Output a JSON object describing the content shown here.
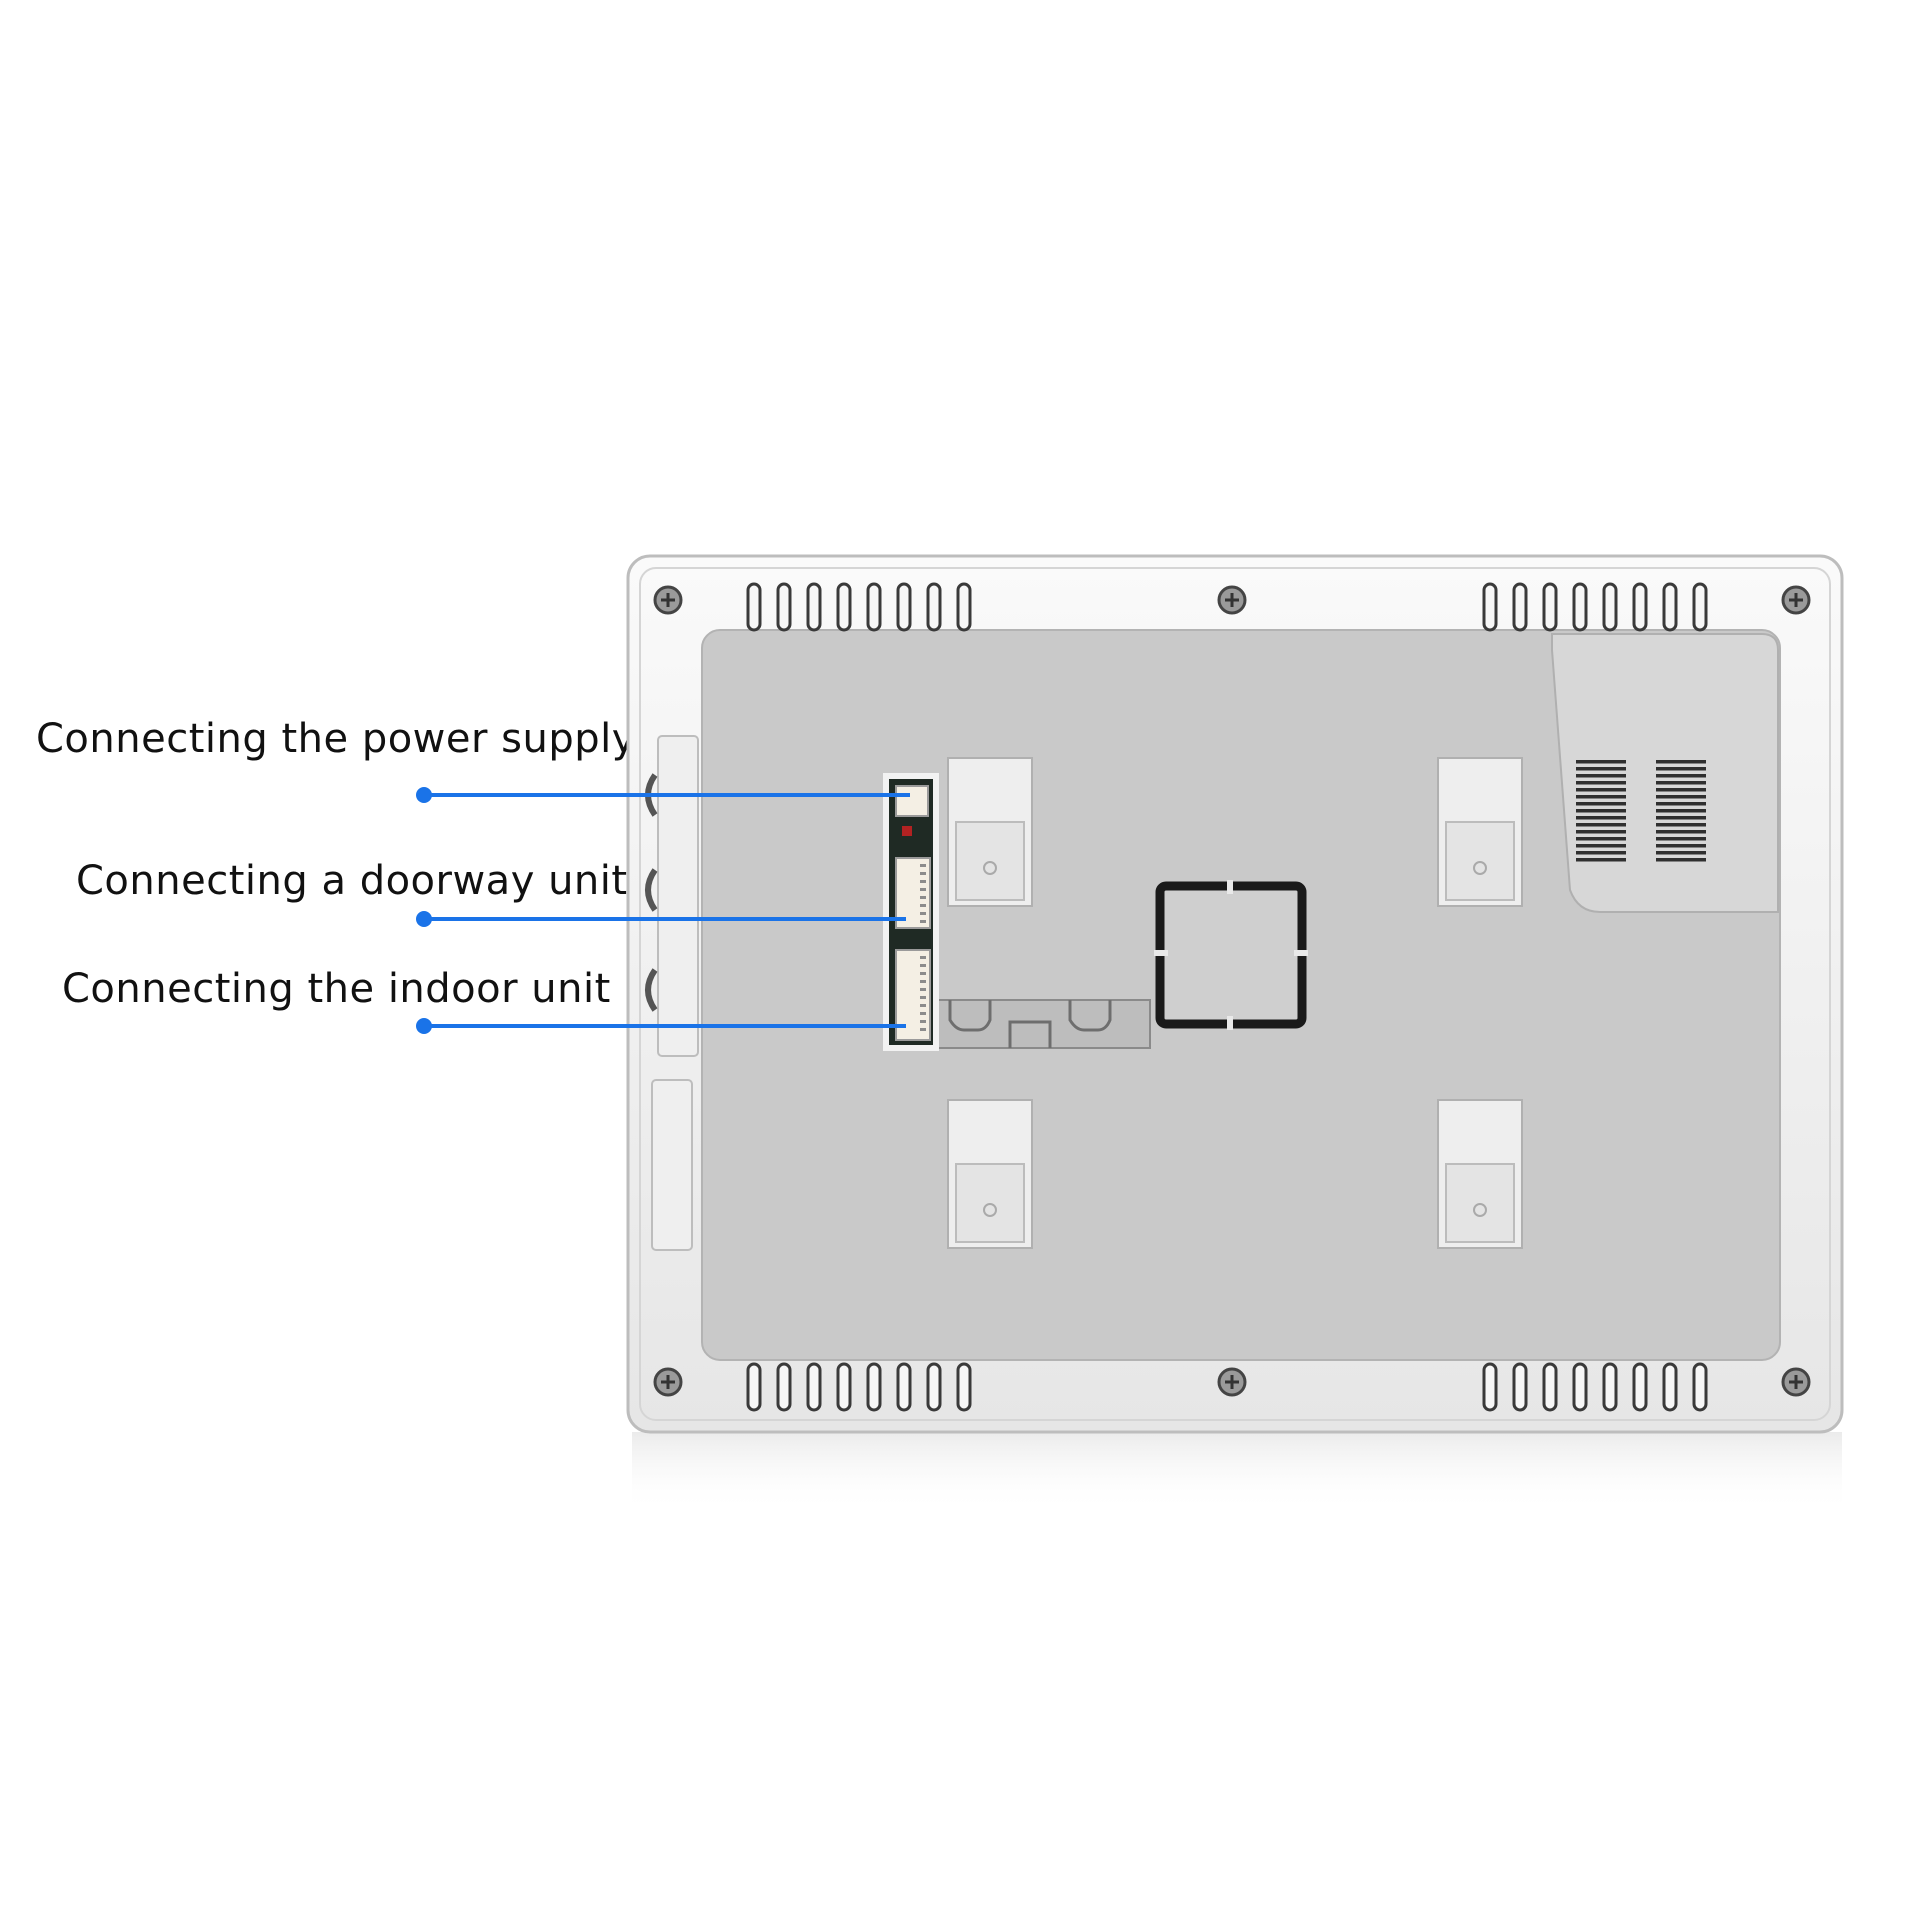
{
  "callouts": [
    {
      "label": "Connecting the power supply"
    },
    {
      "label": "Connecting a doorway unit"
    },
    {
      "label": "Connecting the indoor unit"
    }
  ],
  "colors": {
    "callout_line": "#1a73e8",
    "housing": "#f2f2f2",
    "panel": "#c9c9c9",
    "text": "#111111"
  }
}
